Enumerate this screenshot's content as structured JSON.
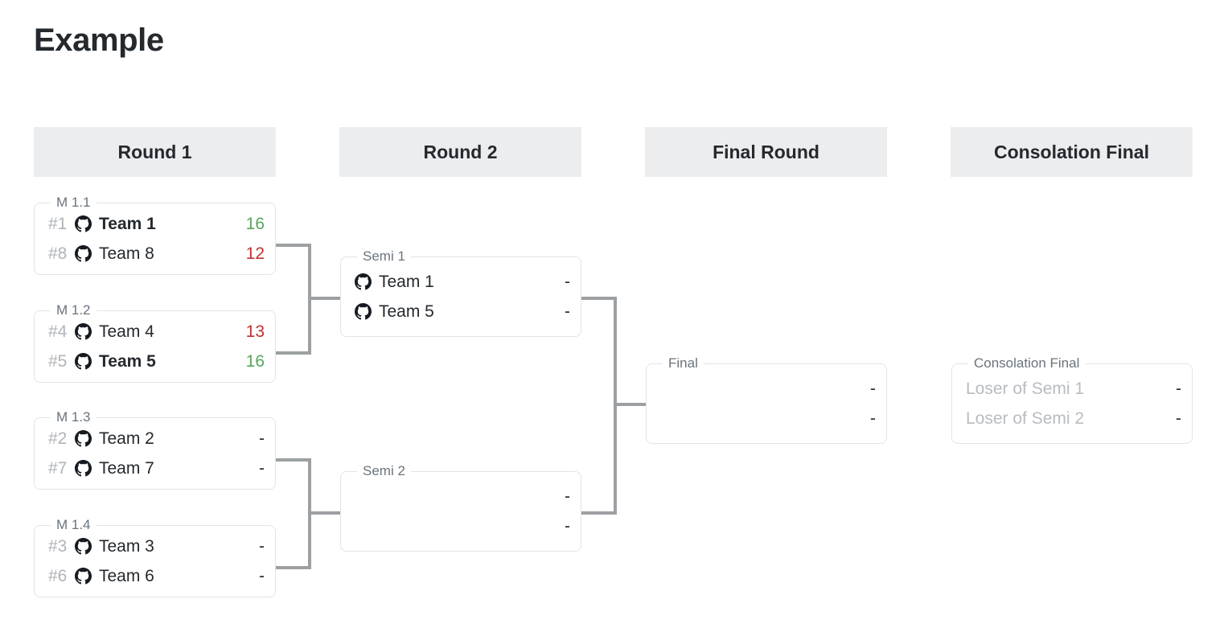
{
  "page": {
    "title": "Example"
  },
  "icons": {
    "team": "github-icon"
  },
  "colors": {
    "header_bg": "#ebedef",
    "card_border": "#e1e4e8",
    "connector": "#9ca0a3",
    "win_score": "#58a55c",
    "loss_score": "#c53030",
    "muted_text": "#b8bcc0",
    "legend_text": "#6a737d"
  },
  "rounds": [
    {
      "id": "round-1",
      "label": "Round 1"
    },
    {
      "id": "round-2",
      "label": "Round 2"
    },
    {
      "id": "final-round",
      "label": "Final Round"
    },
    {
      "id": "consolation-final",
      "label": "Consolation Final"
    }
  ],
  "matches": {
    "m11": {
      "legend": "M 1.1",
      "rows": [
        {
          "seed": "#1",
          "team": "Team 1",
          "score": "16",
          "winner": true,
          "score_state": "win"
        },
        {
          "seed": "#8",
          "team": "Team 8",
          "score": "12",
          "winner": false,
          "score_state": "loss"
        }
      ]
    },
    "m12": {
      "legend": "M 1.2",
      "rows": [
        {
          "seed": "#4",
          "team": "Team 4",
          "score": "13",
          "winner": false,
          "score_state": "loss"
        },
        {
          "seed": "#5",
          "team": "Team 5",
          "score": "16",
          "winner": true,
          "score_state": "win"
        }
      ]
    },
    "m13": {
      "legend": "M 1.3",
      "rows": [
        {
          "seed": "#2",
          "team": "Team 2",
          "score": "-",
          "winner": false,
          "score_state": "empty"
        },
        {
          "seed": "#7",
          "team": "Team 7",
          "score": "-",
          "winner": false,
          "score_state": "empty"
        }
      ]
    },
    "m14": {
      "legend": "M 1.4",
      "rows": [
        {
          "seed": "#3",
          "team": "Team 3",
          "score": "-",
          "winner": false,
          "score_state": "empty"
        },
        {
          "seed": "#6",
          "team": "Team 6",
          "score": "-",
          "winner": false,
          "score_state": "empty"
        }
      ]
    },
    "semi1": {
      "legend": "Semi 1",
      "rows": [
        {
          "seed": "",
          "team": "Team 1",
          "score": "-",
          "winner": false,
          "score_state": "empty"
        },
        {
          "seed": "",
          "team": "Team 5",
          "score": "-",
          "winner": false,
          "score_state": "empty"
        }
      ]
    },
    "semi2": {
      "legend": "Semi 2",
      "rows": [
        {
          "seed": "",
          "team": "",
          "score": "-",
          "winner": false,
          "score_state": "empty"
        },
        {
          "seed": "",
          "team": "",
          "score": "-",
          "winner": false,
          "score_state": "empty"
        }
      ]
    },
    "final": {
      "legend": "Final",
      "rows": [
        {
          "seed": "",
          "team": "",
          "score": "-",
          "winner": false,
          "score_state": "empty"
        },
        {
          "seed": "",
          "team": "",
          "score": "-",
          "winner": false,
          "score_state": "empty"
        }
      ]
    },
    "consolation": {
      "legend": "Consolation Final",
      "rows": [
        {
          "seed": "",
          "team": "Loser of Semi 1",
          "score": "-",
          "winner": false,
          "score_state": "empty",
          "placeholder": true
        },
        {
          "seed": "",
          "team": "Loser of Semi 2",
          "score": "-",
          "winner": false,
          "score_state": "empty",
          "placeholder": true
        }
      ]
    }
  }
}
